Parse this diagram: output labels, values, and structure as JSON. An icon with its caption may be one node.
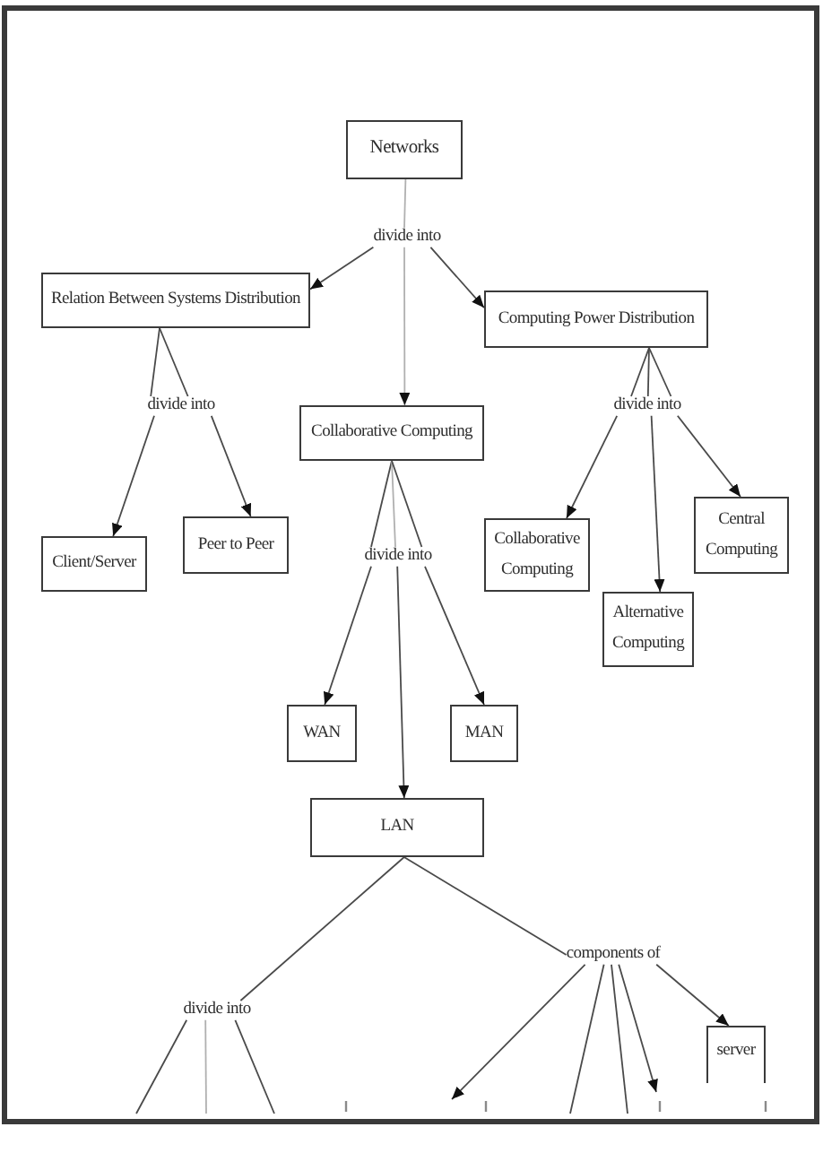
{
  "diagram": {
    "nodes": [
      {
        "text": [
          "Networks"
        ]
      },
      {
        "text": [
          "divide into"
        ]
      },
      {
        "text": [
          "Relation Between Systems Distribution"
        ]
      },
      {
        "text": [
          "Collaborative Computing"
        ]
      },
      {
        "text": [
          "Computing Power Distribution"
        ]
      },
      {
        "text": [
          "divide into"
        ]
      },
      {
        "text": [
          "divide into"
        ]
      },
      {
        "text": [
          "Client/Server"
        ]
      },
      {
        "text": [
          "Peer to Peer"
        ]
      },
      {
        "text": [
          "divide into"
        ]
      },
      {
        "text": [
          "Collaborative Computing"
        ]
      },
      {
        "text": [
          "Central Computing"
        ]
      },
      {
        "text": [
          "Alternative Computing"
        ]
      },
      {
        "text": [
          "WAN"
        ]
      },
      {
        "text": [
          "MAN"
        ]
      },
      {
        "text": [
          "LAN"
        ]
      },
      {
        "text": [
          "divide into"
        ]
      },
      {
        "text": [
          "components of"
        ]
      },
      {
        "text": [
          "server"
        ]
      }
    ],
    "edges": [
      {
        "from": 0,
        "to": 1,
        "arrow": "none",
        "color": "#b0b0b0"
      },
      {
        "from": 1,
        "to": 2,
        "arrow": "to"
      },
      {
        "from": 1,
        "to": 3,
        "arrow": "to",
        "color": "#b0b0b0"
      },
      {
        "from": 1,
        "to": 4,
        "arrow": "to"
      },
      {
        "from": 2,
        "to": 5,
        "arrow": "none"
      },
      {
        "from": 2,
        "to": 5,
        "arrow": "none"
      },
      {
        "from": 4,
        "to": 6,
        "arrow": "none"
      },
      {
        "from": 4,
        "to": 6,
        "arrow": "none"
      },
      {
        "from": 4,
        "to": 6,
        "arrow": "none"
      },
      {
        "from": 5,
        "to": 7,
        "arrow": "to"
      },
      {
        "from": 5,
        "to": 8,
        "arrow": "to"
      },
      {
        "from": 3,
        "to": 9,
        "arrow": "none"
      },
      {
        "from": 3,
        "to": 9,
        "arrow": "none",
        "color": "#b0b0b0"
      },
      {
        "from": 3,
        "to": 9,
        "arrow": "none"
      },
      {
        "from": 6,
        "to": 10,
        "arrow": "to"
      },
      {
        "from": 6,
        "to": 12,
        "arrow": "to"
      },
      {
        "from": 6,
        "to": 11,
        "arrow": "to"
      },
      {
        "from": 9,
        "to": 13,
        "arrow": "to"
      },
      {
        "from": 9,
        "to": 15,
        "arrow": "to"
      },
      {
        "from": 9,
        "to": 14,
        "arrow": "to"
      },
      {
        "from": 15,
        "to": 16,
        "arrow": "none"
      },
      {
        "from": 15,
        "to": 17,
        "arrow": "none"
      },
      {
        "from": 16,
        "to": null,
        "arrow": "none"
      },
      {
        "from": 16,
        "to": null,
        "arrow": "none",
        "color": "#b0b0b0"
      },
      {
        "from": 16,
        "to": null,
        "arrow": "none"
      },
      {
        "from": 17,
        "to": null,
        "arrow": "to"
      },
      {
        "from": 17,
        "to": null,
        "arrow": "none"
      },
      {
        "from": 17,
        "to": null,
        "arrow": "none"
      },
      {
        "from": 17,
        "to": null,
        "arrow": "to"
      },
      {
        "from": 17,
        "to": 18,
        "arrow": "to"
      }
    ]
  }
}
